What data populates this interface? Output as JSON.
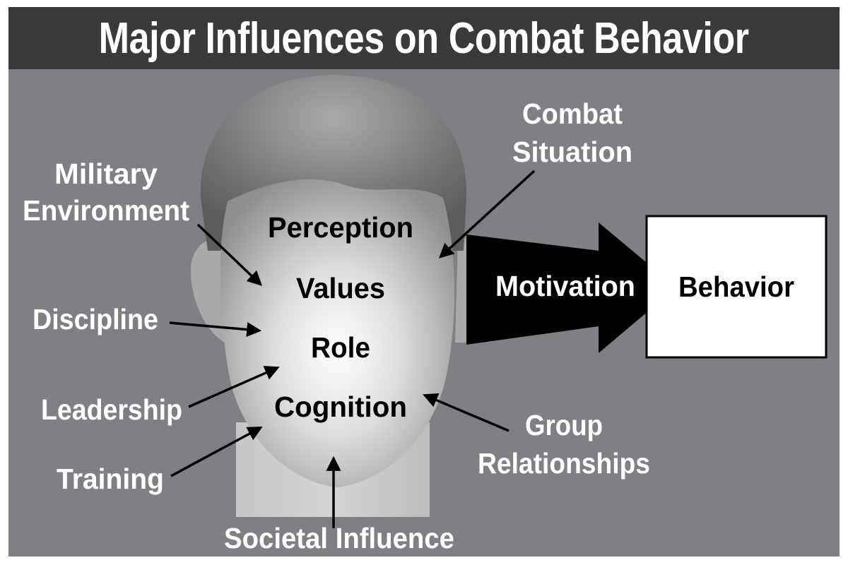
{
  "title": "Major Influences on Combat Behavior",
  "face_terms": [
    "Perception",
    "Values",
    "Role",
    "Cognition"
  ],
  "influences": {
    "military_environment": [
      "Military",
      "Environment"
    ],
    "discipline": "Discipline",
    "leadership": "Leadership",
    "training": "Training",
    "societal_influence": "Societal Influence",
    "group_relationships": [
      "Group",
      "Relationships"
    ],
    "combat_situation": [
      "Combat",
      "Situation"
    ]
  },
  "arrow_label": "Motivation",
  "outcome": "Behavior",
  "colors": {
    "frame": "#7f8083",
    "title_bar": "#3a3a3a",
    "influence_text": "#ffffff",
    "face_text": "#000000",
    "arrow": "#000000",
    "outcome_box": "#ffffff"
  }
}
